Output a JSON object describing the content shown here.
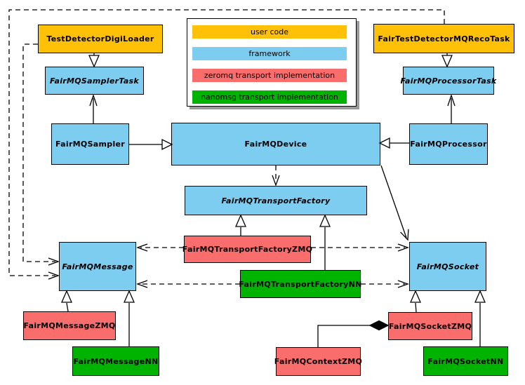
{
  "diagram": {
    "title": "FairMQ class diagram",
    "palette": {
      "user-code": "#FFC107",
      "framework": "#7DCDF1",
      "zeromq": "#FA6D6D",
      "nanomsg": "#00B300"
    },
    "legend": {
      "items": [
        {
          "label": "user code",
          "category": "user-code",
          "color": "#FFC107"
        },
        {
          "label": "framework",
          "category": "framework",
          "color": "#7DCDF1"
        },
        {
          "label": "zeromq transport implementation",
          "category": "zeromq",
          "color": "#FA6D6D"
        },
        {
          "label": "nanomsg transport implementation",
          "category": "nanomsg",
          "color": "#00B300"
        }
      ]
    },
    "nodes": {
      "TestDetectorDigiLoader": {
        "label": "TestDetectorDigiLoader",
        "category": "user-code",
        "abstract": false
      },
      "FairTestDetectorMQRecoTask": {
        "label": "FairTestDetectorMQRecoTask",
        "category": "user-code",
        "abstract": false
      },
      "FairMQSamplerTask": {
        "label": "FairMQSamplerTask",
        "category": "framework",
        "abstract": true
      },
      "FairMQProcessorTask": {
        "label": "FairMQProcessorTask",
        "category": "framework",
        "abstract": true
      },
      "FairMQSampler": {
        "label": "FairMQSampler",
        "category": "framework",
        "abstract": false
      },
      "FairMQDevice": {
        "label": "FairMQDevice",
        "category": "framework",
        "abstract": false
      },
      "FairMQProcessor": {
        "label": "FairMQProcessor",
        "category": "framework",
        "abstract": false
      },
      "FairMQTransportFactory": {
        "label": "FairMQTransportFactory",
        "category": "framework",
        "abstract": true
      },
      "FairMQTransportFactoryZMQ": {
        "label": "FairMQTransportFactoryZMQ",
        "category": "zeromq",
        "abstract": false
      },
      "FairMQTransportFactoryNN": {
        "label": "FairMQTransportFactoryNN",
        "category": "nanomsg",
        "abstract": false
      },
      "FairMQMessage": {
        "label": "FairMQMessage",
        "category": "framework",
        "abstract": true
      },
      "FairMQSocket": {
        "label": "FairMQSocket",
        "category": "framework",
        "abstract": true
      },
      "FairMQMessageZMQ": {
        "label": "FairMQMessageZMQ",
        "category": "zeromq",
        "abstract": false
      },
      "FairMQMessageNN": {
        "label": "FairMQMessageNN",
        "category": "nanomsg",
        "abstract": false
      },
      "FairMQContextZMQ": {
        "label": "FairMQContextZMQ",
        "category": "zeromq",
        "abstract": false
      },
      "FairMQSocketZMQ": {
        "label": "FairMQSocketZMQ",
        "category": "zeromq",
        "abstract": false
      },
      "FairMQSocketNN": {
        "label": "FairMQSocketNN",
        "category": "nanomsg",
        "abstract": false
      }
    },
    "edges": [
      {
        "from": "TestDetectorDigiLoader",
        "to": "FairMQSamplerTask",
        "type": "generalization",
        "style": "solid-hollow-triangle"
      },
      {
        "from": "FairMQSampler",
        "to": "FairMQSamplerTask",
        "type": "association",
        "style": "solid-open-arrow"
      },
      {
        "from": "FairTestDetectorMQRecoTask",
        "to": "FairMQProcessorTask",
        "type": "generalization",
        "style": "solid-hollow-triangle"
      },
      {
        "from": "FairMQProcessor",
        "to": "FairMQProcessorTask",
        "type": "association",
        "style": "solid-open-arrow"
      },
      {
        "from": "FairMQSampler",
        "to": "FairMQDevice",
        "type": "generalization",
        "style": "solid-hollow-triangle"
      },
      {
        "from": "FairMQProcessor",
        "to": "FairMQDevice",
        "type": "generalization",
        "style": "solid-hollow-triangle"
      },
      {
        "from": "FairMQDevice",
        "to": "FairMQTransportFactory",
        "type": "dependency",
        "style": "dashed-open-arrow"
      },
      {
        "from": "FairMQDevice",
        "to": "FairMQSocket",
        "type": "association",
        "style": "solid-open-arrow"
      },
      {
        "from": "FairMQTransportFactoryZMQ",
        "to": "FairMQTransportFactory",
        "type": "generalization",
        "style": "solid-hollow-triangle"
      },
      {
        "from": "FairMQTransportFactoryNN",
        "to": "FairMQTransportFactory",
        "type": "generalization",
        "style": "solid-hollow-triangle"
      },
      {
        "from": "FairMQTransportFactoryZMQ",
        "to": "FairMQMessage",
        "type": "dependency",
        "style": "dashed-open-arrow"
      },
      {
        "from": "FairMQTransportFactoryZMQ",
        "to": "FairMQSocket",
        "type": "dependency",
        "style": "dashed-open-arrow"
      },
      {
        "from": "FairMQTransportFactoryNN",
        "to": "FairMQMessage",
        "type": "dependency",
        "style": "dashed-open-arrow"
      },
      {
        "from": "FairMQTransportFactoryNN",
        "to": "FairMQSocket",
        "type": "dependency",
        "style": "dashed-open-arrow"
      },
      {
        "from": "TestDetectorDigiLoader",
        "to": "FairMQMessage",
        "type": "dependency",
        "style": "dashed-open-arrow"
      },
      {
        "from": "FairTestDetectorMQRecoTask",
        "to": "FairMQMessage",
        "type": "dependency",
        "style": "dashed-open-arrow"
      },
      {
        "from": "FairMQMessageZMQ",
        "to": "FairMQMessage",
        "type": "generalization",
        "style": "solid-hollow-triangle"
      },
      {
        "from": "FairMQMessageNN",
        "to": "FairMQMessage",
        "type": "generalization",
        "style": "solid-hollow-triangle"
      },
      {
        "from": "FairMQSocketZMQ",
        "to": "FairMQSocket",
        "type": "generalization",
        "style": "solid-hollow-triangle"
      },
      {
        "from": "FairMQSocketNN",
        "to": "FairMQSocket",
        "type": "generalization",
        "style": "solid-hollow-triangle"
      },
      {
        "from": "FairMQSocketZMQ",
        "to": "FairMQContextZMQ",
        "type": "composition",
        "style": "solid-filled-diamond"
      }
    ]
  }
}
